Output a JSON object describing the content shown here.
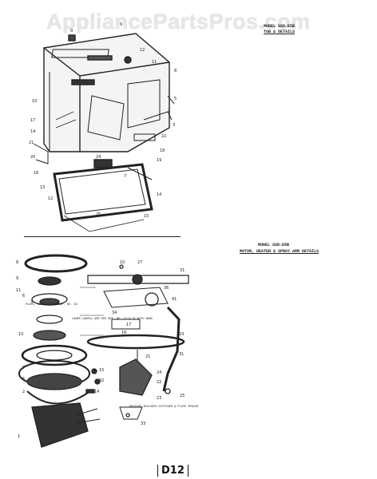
{
  "watermark": {
    "text": "AppliancePartsPros.com"
  },
  "upper": {
    "caption": "MODEL SSD-E5B",
    "title": "TUB & DETAILS"
  },
  "lower": {
    "caption": "MODEL SSD-E5B",
    "title": "MOTOR, HEATER & SPRAY ARM DETAILS",
    "labels": {
      "plate": "PLATE, BEARING SEE REF. NO. 29",
      "lower_arm": "LOWER (WASH) ARM SEE REF. NO. 13 & 31 WITH BASE",
      "housing": "HOUSING INCLUDES DIFFUSER & PLATE SPACER"
    }
  },
  "page_number": "D12",
  "colors": {
    "ink": "#222222",
    "watermark": "#e6e6e6"
  }
}
